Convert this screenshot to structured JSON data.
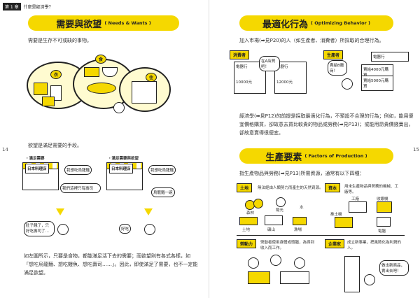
{
  "running_header": {
    "chapter": "第 1 章",
    "title": "什麼是經濟學？"
  },
  "left": {
    "page_number": "14",
    "banner": {
      "zh": "需要與欲望",
      "en": "( Needs & Wants )"
    },
    "intro": "需要是生存不可或缺的事物。",
    "bubble_labels": {
      "clothing": "衣",
      "food": "食",
      "housing": "住"
    },
    "wants_intro": "欲望是滿足需要的手段。",
    "panel_left": {
      "title": "・滿足需要",
      "shop_sign": "日本料理店",
      "thought1": "我想吃烏龍麵",
      "thought2": "我們這裡只有壽司",
      "reply": "肚子餓了，只好吃壽司了…"
    },
    "panel_right": {
      "title": "・滿足需要與欲望",
      "shop_sign": "日本料理店",
      "thought1": "我想吃烏龍麵",
      "thought2": "烏龍麵一碗",
      "reply": "好吃"
    },
    "body": "如左圖所示，只要是食物，都能滿足活下去的需要；而欲望則有各式各樣，如「想吃烏龍麵、想吃鰻魚、想吃壽司……」。因此，即使滿足了需要，也不一定能滿足欲望。"
  },
  "right": {
    "page_number": "15",
    "banner1": {
      "zh": "最適化行為",
      "en": "( Optimizing Behavior )"
    },
    "para1": "加入市場(➡見P20)的人（如生產者、消費者）所採取的合理行為。",
    "consumer_tag": "消費者",
    "producer_tag": "生產者",
    "consumer_signs": [
      "電器行",
      "電器行"
    ],
    "consumer_prices": [
      "10000元",
      "12000元"
    ],
    "consumer_bubble": "在A店買吧！",
    "producer_sign": "電器行",
    "producer_prices": [
      "賣給4000元購買",
      "賣給5000元購買"
    ],
    "producer_bubble": "賣給B廠商！",
    "para2": "經濟學(➡見P12)的前提是採取最適化行為，不預設不合理的行為；例如，能用便宜價格購買，卻故意去買比較貴的物品或勞務(➡見P13)；或能用昂貴價錢賣出，卻故意賣得很便宜。",
    "banner2": {
      "zh": "生產要素",
      "en": "( Factors of Production )"
    },
    "para3": "指生產物品與勞務(➡見P13)所需資源，通常有以下四種：",
    "factors": [
      {
        "tag": "土地",
        "desc": "無法經由人類努力而產生的天然資源。",
        "items": [
          "森林",
          "陽光",
          "水",
          "土地",
          "礦山",
          "漁場"
        ]
      },
      {
        "tag": "資本",
        "desc": "用來生產物品與勞務的機械、工廠等。",
        "items": [
          "工廠",
          "收銀機",
          "推土機",
          "電腦"
        ]
      },
      {
        "tag": "勞動力",
        "desc": "勞動者使用身體或頭腦，為得到收入而工作。"
      },
      {
        "tag": "企業家",
        "desc": "成立新事業，把風險化為利潤的人。",
        "bubble": "做出新商品，賣出去吧！"
      }
    ]
  }
}
